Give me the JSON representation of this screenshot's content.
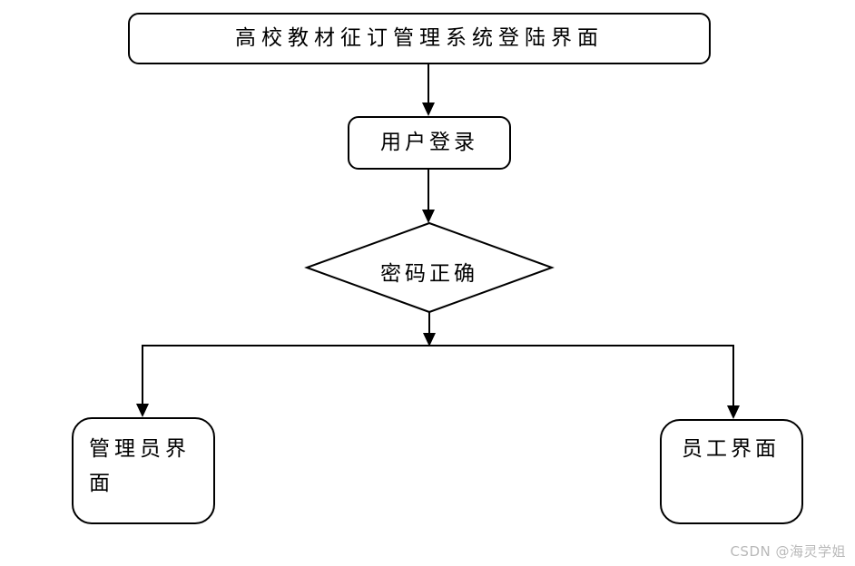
{
  "diagram": {
    "title": "高校教材征订管理系统登陆界面",
    "nodes": {
      "title": {
        "label": "高校教材征订管理系统登陆界面",
        "shape": "rounded-rectangle"
      },
      "login": {
        "label": "用户登录",
        "shape": "rounded-rectangle"
      },
      "decision": {
        "label": "密码正确",
        "shape": "diamond"
      },
      "admin": {
        "label": "管理员界面",
        "shape": "rounded-rectangle"
      },
      "staff": {
        "label": "员工界面",
        "shape": "rounded-rectangle"
      }
    },
    "edges": [
      {
        "from": "title",
        "to": "login"
      },
      {
        "from": "login",
        "to": "decision"
      },
      {
        "from": "decision",
        "to": "branch-split"
      },
      {
        "from": "branch-split",
        "to": "admin"
      },
      {
        "from": "branch-split",
        "to": "staff"
      }
    ]
  },
  "watermark": {
    "text": "CSDN @海灵学姐"
  },
  "colors": {
    "line": "#000000",
    "background": "#ffffff",
    "watermark_text": "#b9b9b9"
  }
}
